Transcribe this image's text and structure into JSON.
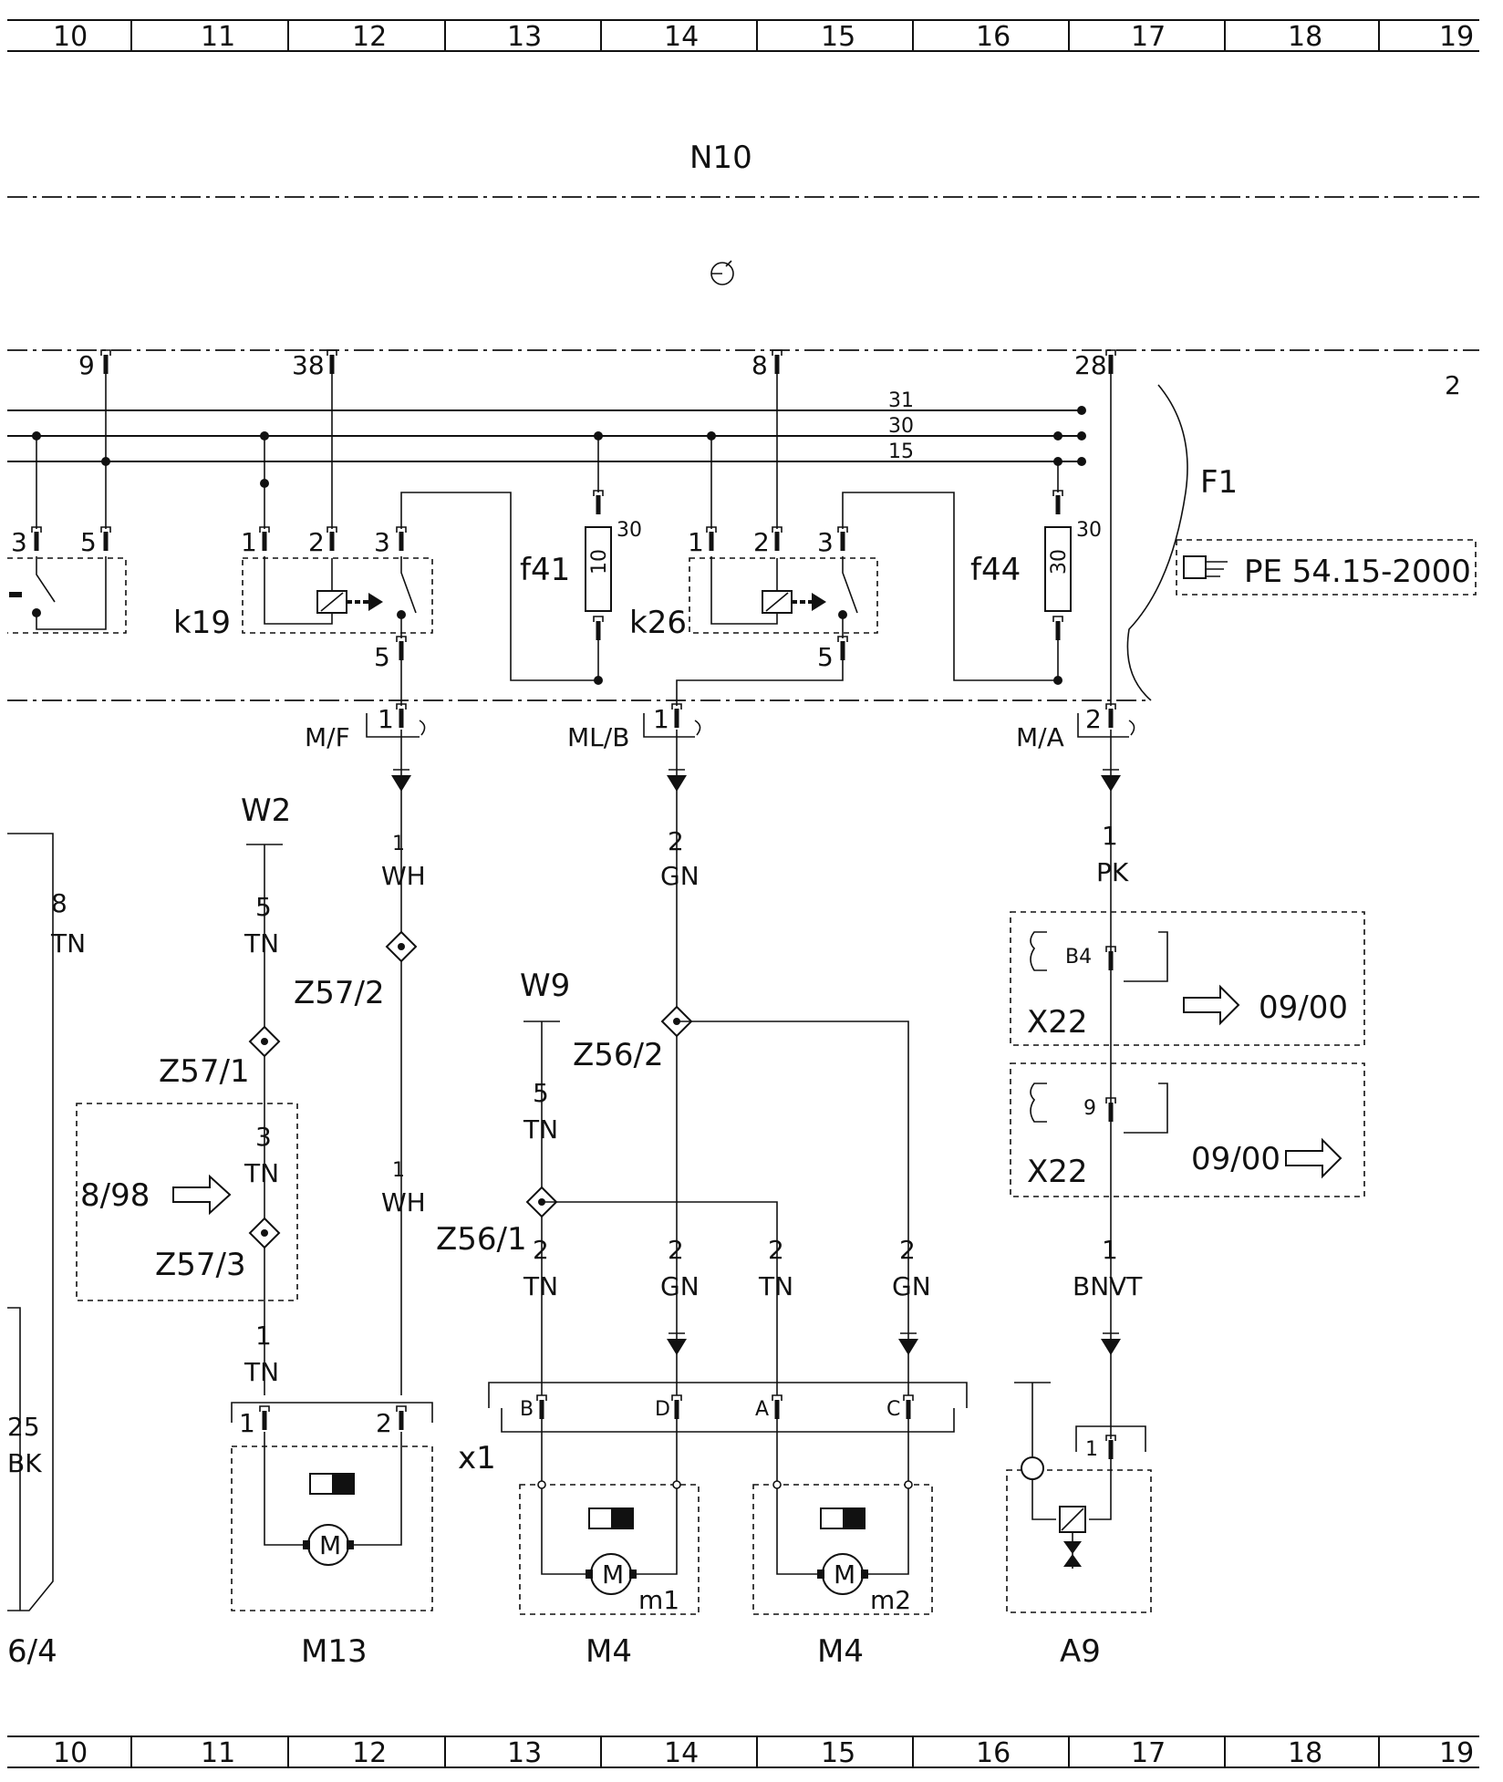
{
  "ruler": {
    "top": [
      "10",
      "11",
      "12",
      "13",
      "14",
      "15",
      "16",
      "17",
      "18",
      "19"
    ],
    "bottom": [
      "10",
      "11",
      "12",
      "13",
      "14",
      "15",
      "16",
      "17",
      "18",
      "19"
    ]
  },
  "header": {
    "title": "N10",
    "page_index": "2"
  },
  "buses": {
    "b31": "31",
    "b30": "30",
    "b15": "15"
  },
  "connectors_top": {
    "c9": "9",
    "c38": "38",
    "c8": "8",
    "c28": "28"
  },
  "pins": {
    "k19_1": "1",
    "k19_2": "2",
    "k19_3": "3",
    "k19_5": "5",
    "left_3": "3",
    "left_5": "5",
    "k26_1": "1",
    "k26_2": "2",
    "k26_3": "3",
    "k26_5": "5"
  },
  "relays": {
    "k19": "k19",
    "k26": "k26"
  },
  "fuses": {
    "f41": "f41",
    "f41_value": "10",
    "f41_pin": "30",
    "f44": "f44",
    "f44_value": "30",
    "f44_pin": "30"
  },
  "fusebox": {
    "label": "F1",
    "reference": "PE 54.15-2000"
  },
  "plugs": {
    "mf": "M/F",
    "mf_pin": "1",
    "mlb": "ML/B",
    "mlb_pin": "1",
    "ma": "M/A",
    "ma_pin": "2"
  },
  "wires": {
    "w1_num": "1",
    "w1_color": "WH",
    "w2_num": "2",
    "w2_color": "GN",
    "w3_num": "1",
    "w3_color": "PK",
    "w4_num": "5",
    "w4_color": "TN",
    "w5_num": "3",
    "w5_color": "TN",
    "w6_num": "1",
    "w6_color": "TN",
    "w7_num": "1",
    "w7_color": "WH",
    "w8_num": "5",
    "w8_color": "TN",
    "w9_num": "2",
    "w9_color": "TN",
    "w10_num": "2",
    "w10_color": "GN",
    "w11_num": "2",
    "w11_color": "TN",
    "w12_num": "2",
    "w12_color": "GN",
    "w13_num": "1",
    "w13_color": "BNVT",
    "left8_num": "8",
    "left8_color": "TN",
    "left25_num": "25",
    "left25_color": "BK"
  },
  "grounds": {
    "w2": "W2",
    "w9": "W9"
  },
  "splices": {
    "z57_1": "Z57/1",
    "z57_2": "Z57/2",
    "z57_3": "Z57/3",
    "z56_1": "Z56/1",
    "z56_2": "Z56/2"
  },
  "variants": {
    "v1": "8/98",
    "v2": "09/00",
    "v3": "09/00"
  },
  "x22": {
    "label_a": "X22",
    "pin_a": "B4",
    "label_b": "X22",
    "pin_b": "9"
  },
  "x1": {
    "label": "x1",
    "pin_b": "B",
    "pin_d": "D",
    "pin_a": "A",
    "pin_c": "C"
  },
  "components": {
    "m13": "M13",
    "m4a": "M4",
    "m4b": "M4",
    "a9": "A9",
    "m1": "m1",
    "m2": "m2",
    "motor_symbol": "M",
    "a9_pin": "1"
  },
  "page_ref": "6/4"
}
